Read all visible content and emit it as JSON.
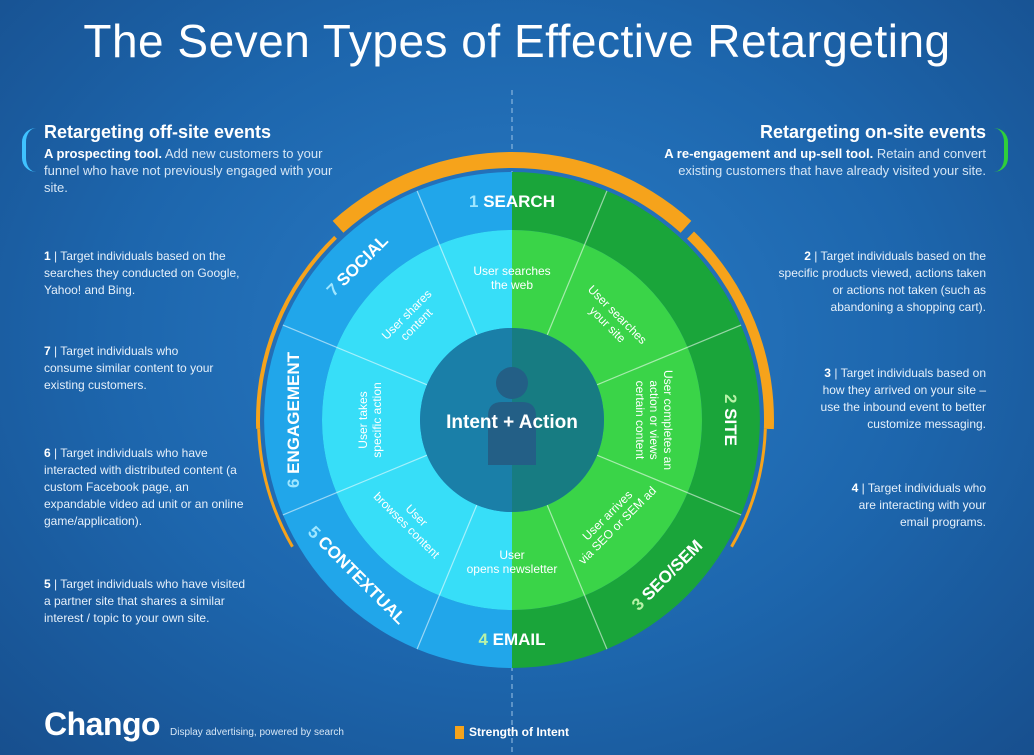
{
  "title": "The Seven Types of Effective Retargeting",
  "offsite": {
    "heading": "Retargeting off-site events",
    "lead": "A prospecting tool.",
    "text": "Add new customers to your funnel who have not previously engaged with your site."
  },
  "onsite": {
    "heading": "Retargeting on-site events",
    "lead": "A re-engagement and up-sell tool.",
    "text": "Retain and convert existing customers that have already visited your site."
  },
  "center_label": "Intent + Action",
  "segments": [
    {
      "num": "1",
      "name": "SEARCH",
      "inner": [
        "User searches",
        "the web"
      ],
      "desc_num": "1",
      "desc": "Target individuals based on the searches they conducted on Google, Yahoo! and Bing."
    },
    {
      "num": "1",
      "name": "",
      "inner": [
        "User searches",
        "your site"
      ],
      "desc_num": "",
      "desc": ""
    },
    {
      "num": "2",
      "name": "SITE",
      "inner": [
        "User completes an",
        "action or views",
        "certain content"
      ],
      "desc_num": "2",
      "desc": "Target individuals based on the specific products viewed, actions taken or actions not taken (such as abandoning a shopping cart)."
    },
    {
      "num": "3",
      "name": "SEO/SEM",
      "inner": [
        "User arrives",
        "via SEO or SEM ad"
      ],
      "desc_num": "3",
      "desc": "Target individuals based on how they arrived on your site – use the inbound event to better customize messaging."
    },
    {
      "num": "4",
      "name": "EMAIL",
      "inner": [
        "User",
        "opens newsletter"
      ],
      "desc_num": "4",
      "desc": "Target individuals who are interacting with your email programs."
    },
    {
      "num": "5",
      "name": "CONTEXTUAL",
      "inner": [
        "User",
        "browses content"
      ],
      "desc_num": "5",
      "desc": "Target individuals who have visited a partner site that shares a similar interest / topic to your own site."
    },
    {
      "num": "6",
      "name": "ENGAGEMENT",
      "inner": [
        "User takes",
        "specific action"
      ],
      "desc_num": "6",
      "desc": "Target individuals who have interacted with distributed content (a custom Facebook page, an expandable video ad unit or an online game/application)."
    },
    {
      "num": "7",
      "name": "SOCIAL",
      "inner": [
        "User shares",
        "content"
      ],
      "desc_num": "7",
      "desc": "Target individuals who consume similar content to your existing customers."
    }
  ],
  "descriptions": {
    "d1": {
      "num": "1",
      "text": "Target individuals based on the searches they conducted on Google, Yahoo! and Bing."
    },
    "d2": {
      "num": "2",
      "text": "Target individuals based on the specific products viewed, actions taken or actions not taken (such as abandoning a shopping cart)."
    },
    "d3": {
      "num": "3",
      "text": "Target individuals based on how they arrived on your site – use the inbound event to better customize messaging."
    },
    "d4": {
      "num": "4",
      "text": "Target individuals who are interacting with your email programs."
    },
    "d5": {
      "num": "5",
      "text": "Target individuals who have visited a partner site that shares a similar interest / topic to your own site."
    },
    "d6": {
      "num": "6",
      "text": "Target individuals who have interacted with distributed content (a custom Facebook page, an expandable video ad unit or an online game/application)."
    },
    "d7": {
      "num": "7",
      "text": "Target individuals who consume similar content to your existing customers."
    }
  },
  "legend_label": "Strength of Intent",
  "brand": "Chango",
  "tagline": "Display advertising, powered by search",
  "colors": {
    "background": "#1d66ad",
    "offsite_outer": "#21a6ea",
    "offsite_mid": "#2bc8f4",
    "offsite_inner": "#37def8",
    "onsite_outer": "#1aa53a",
    "onsite_mid": "#28c23e",
    "onsite_inner": "#3ad448",
    "center": "#1a7fa8",
    "intent_arc": "#f6a31b"
  }
}
